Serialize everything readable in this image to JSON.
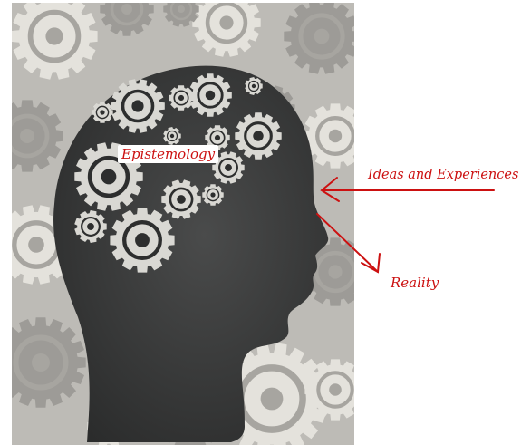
{
  "labels": {
    "center": "Epistemology",
    "input": "Ideas and Experiences",
    "output": "Reality"
  },
  "colors": {
    "annotation": "#cc1111",
    "background_pattern": "#b8b6b1",
    "gear_light": "#e4e2dc",
    "gear_mid": "#9d9b97",
    "head_silhouette": "#2d2e2e",
    "inner_gear": "#d9d8d3"
  },
  "icons": {
    "head": "head-silhouette",
    "gears": "gear-icon",
    "arrows": "arrow-icon"
  }
}
